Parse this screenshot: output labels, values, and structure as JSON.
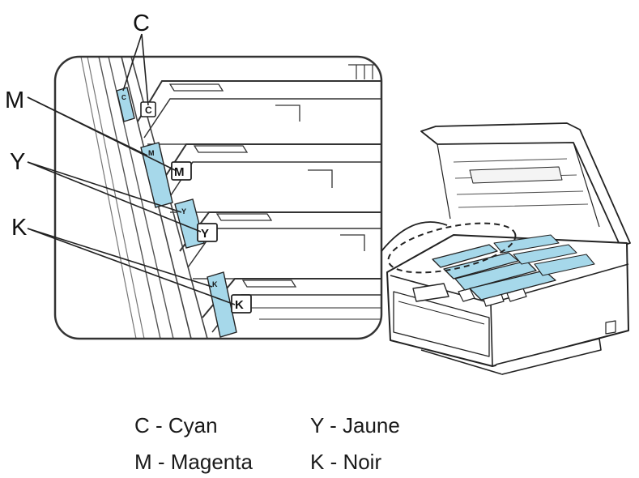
{
  "callouts": {
    "c": "C",
    "m": "M",
    "y": "Y",
    "k": "K"
  },
  "part_tags": {
    "c": "C",
    "m": "M",
    "y": "Y",
    "k": "K"
  },
  "legend": {
    "cyan": "C - Cyan",
    "yellow": "Y - Jaune",
    "magenta": "M - Magenta",
    "black": "K - Noir"
  },
  "colors": {
    "part_blue": "#a6d8ea",
    "line": "#222222",
    "panel_border": "#333333"
  }
}
